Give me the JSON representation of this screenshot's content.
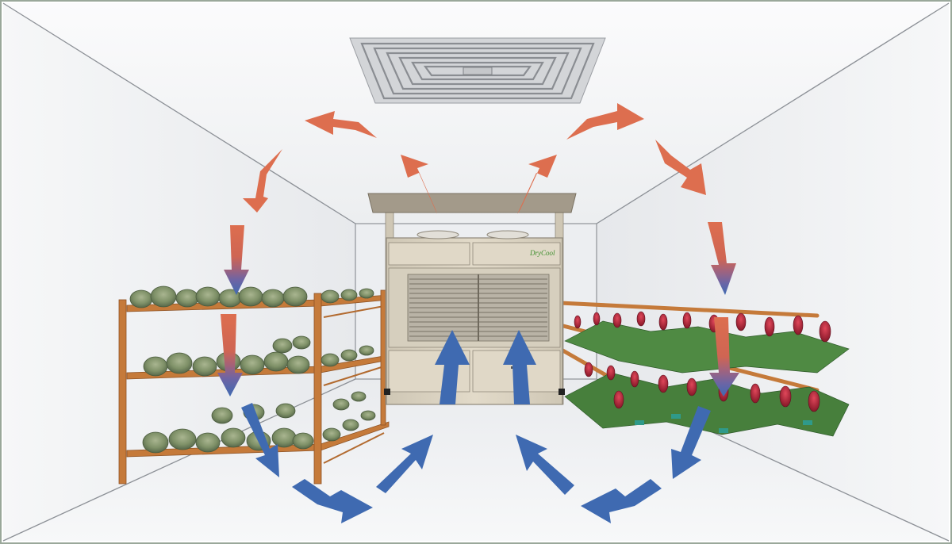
{
  "unit": {
    "brand_label": "DryCool"
  },
  "colors": {
    "warm_air": "#dd6e4f",
    "cool_air": "#3f6ab1",
    "room_wall": "#f1f2f4",
    "unit_body": "#ded6c5",
    "shelf_wood": "#c57a3a",
    "frame_border": "#9aa89a"
  },
  "icons": {
    "ceiling_vent": "ceiling-diffuser",
    "dehumidifier": "dehumidifier-unit",
    "left_rack": "lettuce-shelf",
    "right_rack": "bromeliad-rack"
  }
}
